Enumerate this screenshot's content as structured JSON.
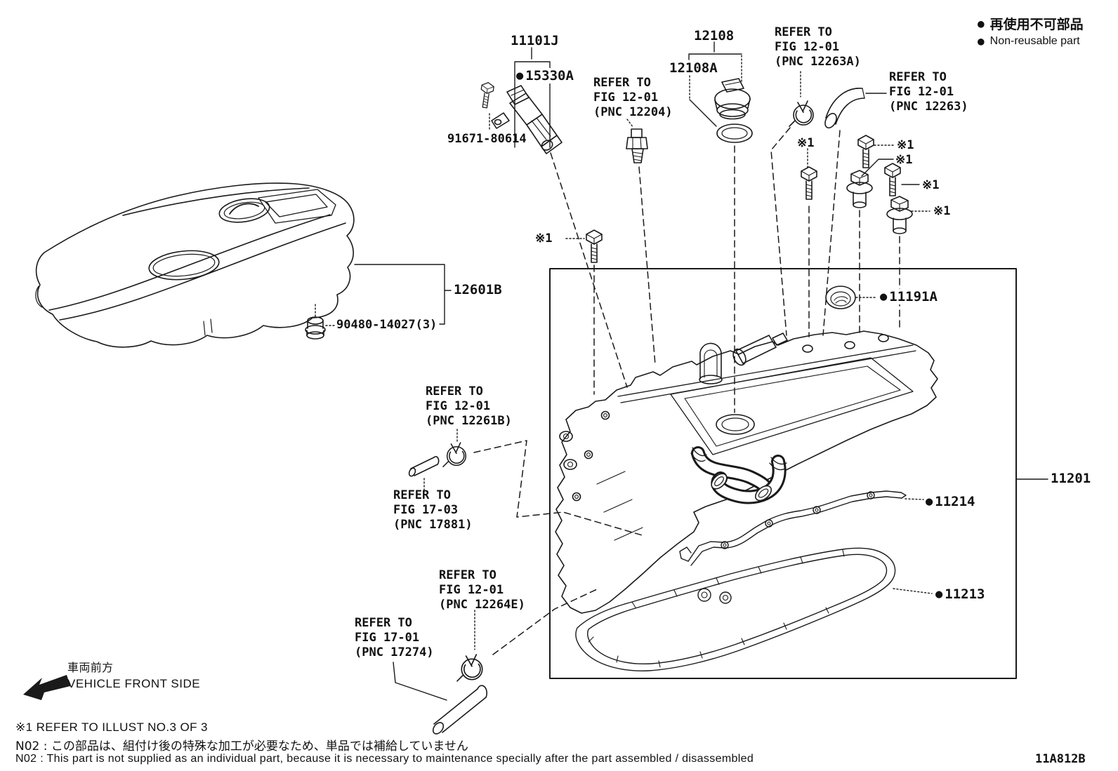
{
  "legend": {
    "bullet": "●",
    "jp": "再使用不可部品",
    "en": "Non-reusable part"
  },
  "parts": {
    "p11101J": "11101J",
    "p15330A": "15330A",
    "p91671": "91671-80614",
    "p12108": "12108",
    "p12108A": "12108A",
    "p12601B": "12601B",
    "p90480": "90480-14027(3)",
    "p11191A": "11191A",
    "p11201": "11201",
    "p11214": "11214",
    "p11213": "11213"
  },
  "refs": {
    "r12204": {
      "l1": "REFER TO",
      "l2": "FIG 12-01",
      "l3": "(PNC 12204)"
    },
    "r12263A": {
      "l1": "REFER TO",
      "l2": "FIG 12-01",
      "l3": "(PNC 12263A)"
    },
    "r12263": {
      "l1": "REFER TO",
      "l2": "FIG 12-01",
      "l3": "(PNC 12263)"
    },
    "r12261B": {
      "l1": "REFER TO",
      "l2": "FIG 12-01",
      "l3": "(PNC 12261B)"
    },
    "r17881": {
      "l1": "REFER TO",
      "l2": "FIG 17-03",
      "l3": "(PNC 17881)"
    },
    "r12264E": {
      "l1": "REFER TO",
      "l2": "FIG 12-01",
      "l3": "(PNC 12264E)"
    },
    "r17274": {
      "l1": "REFER TO",
      "l2": "FIG 17-01",
      "l3": "(PNC 17274)"
    }
  },
  "marker": "※1",
  "front_side": {
    "jp": "車両前方",
    "en": "VEHICLE FRONT SIDE"
  },
  "notes": {
    "n1": "※1 REFER TO ILLUST NO.3 OF 3",
    "n2": "N02 : この部品は、組付け後の特殊な加工が必要なため、単品では補給していません",
    "n3": "N02 : This part is not supplied as an individual part, because it is necessary to maintenance specially after the part assembled / disassembled"
  },
  "doc_code": "11A812B",
  "colors": {
    "line": "#1a1a1a",
    "bg": "#ffffff"
  }
}
